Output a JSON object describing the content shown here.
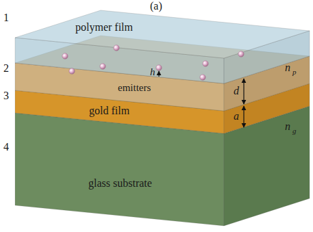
{
  "diagram": {
    "nodes": [
      {
        "text": [
          "polymer film"
        ]
      },
      {
        "text": [
          "gold film"
        ]
      },
      {
        "text": [
          "glass substrate"
        ]
      }
    ],
    "labels": [
      "(a)",
      "1",
      "2",
      "3",
      "4",
      "h",
      "emitters",
      "d",
      "n",
      "p",
      "a",
      "n",
      "g"
    ]
  }
}
